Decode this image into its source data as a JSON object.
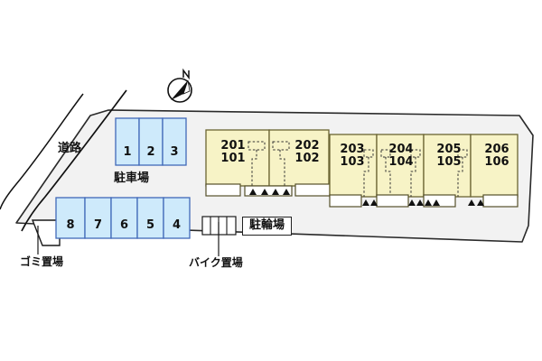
{
  "plan": {
    "title_hidden": "",
    "colors": {
      "site_fill": "#f2f2f2",
      "site_stroke": "#222222",
      "parking_fill": "#ceeafb",
      "parking_stroke": "#4169b8",
      "unit_fill": "#f7f3c6",
      "unit_stroke": "#8a7f3a",
      "balcony_fill": "#ffffff",
      "balcony_stroke": "#55502a",
      "road_line": "#111111",
      "text": "#111111"
    },
    "compass": {
      "name": "north-arrow",
      "letter": "N"
    },
    "labels": {
      "road": "道路",
      "parking_lot": "駐車場",
      "garbage": "ゴミ置場",
      "motorcycle": "バイク置場",
      "bicycle": "駐輪場"
    },
    "parking_top": {
      "stalls": [
        "1",
        "2",
        "3"
      ]
    },
    "parking_bottom": {
      "stalls": [
        "8",
        "7",
        "6",
        "5",
        "4"
      ]
    },
    "building_left": {
      "units": [
        {
          "upper": "201",
          "lower": "101"
        },
        {
          "upper": "202",
          "lower": "102"
        }
      ]
    },
    "building_right": {
      "units": [
        {
          "upper": "203",
          "lower": "103"
        },
        {
          "upper": "204",
          "lower": "104"
        },
        {
          "upper": "205",
          "lower": "105"
        },
        {
          "upper": "206",
          "lower": "106"
        }
      ]
    },
    "bike_rack": {
      "cells": 4
    }
  }
}
